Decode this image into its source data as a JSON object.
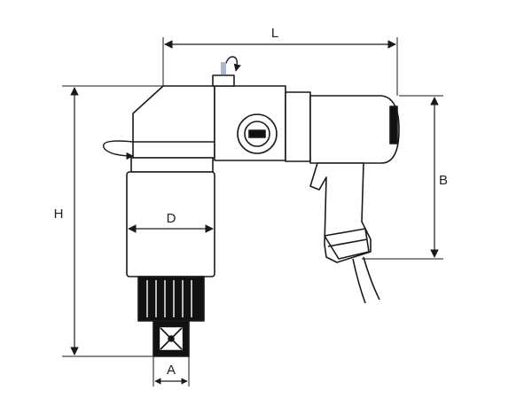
{
  "dimensions": {
    "length": "L",
    "height": "H",
    "handle_height": "B",
    "body_diameter": "D",
    "square_drive": "A"
  },
  "colors": {
    "line": "#1a1a1a",
    "fill": "#ffffff",
    "dark": "#111111",
    "accent": "#a9b8d8"
  }
}
